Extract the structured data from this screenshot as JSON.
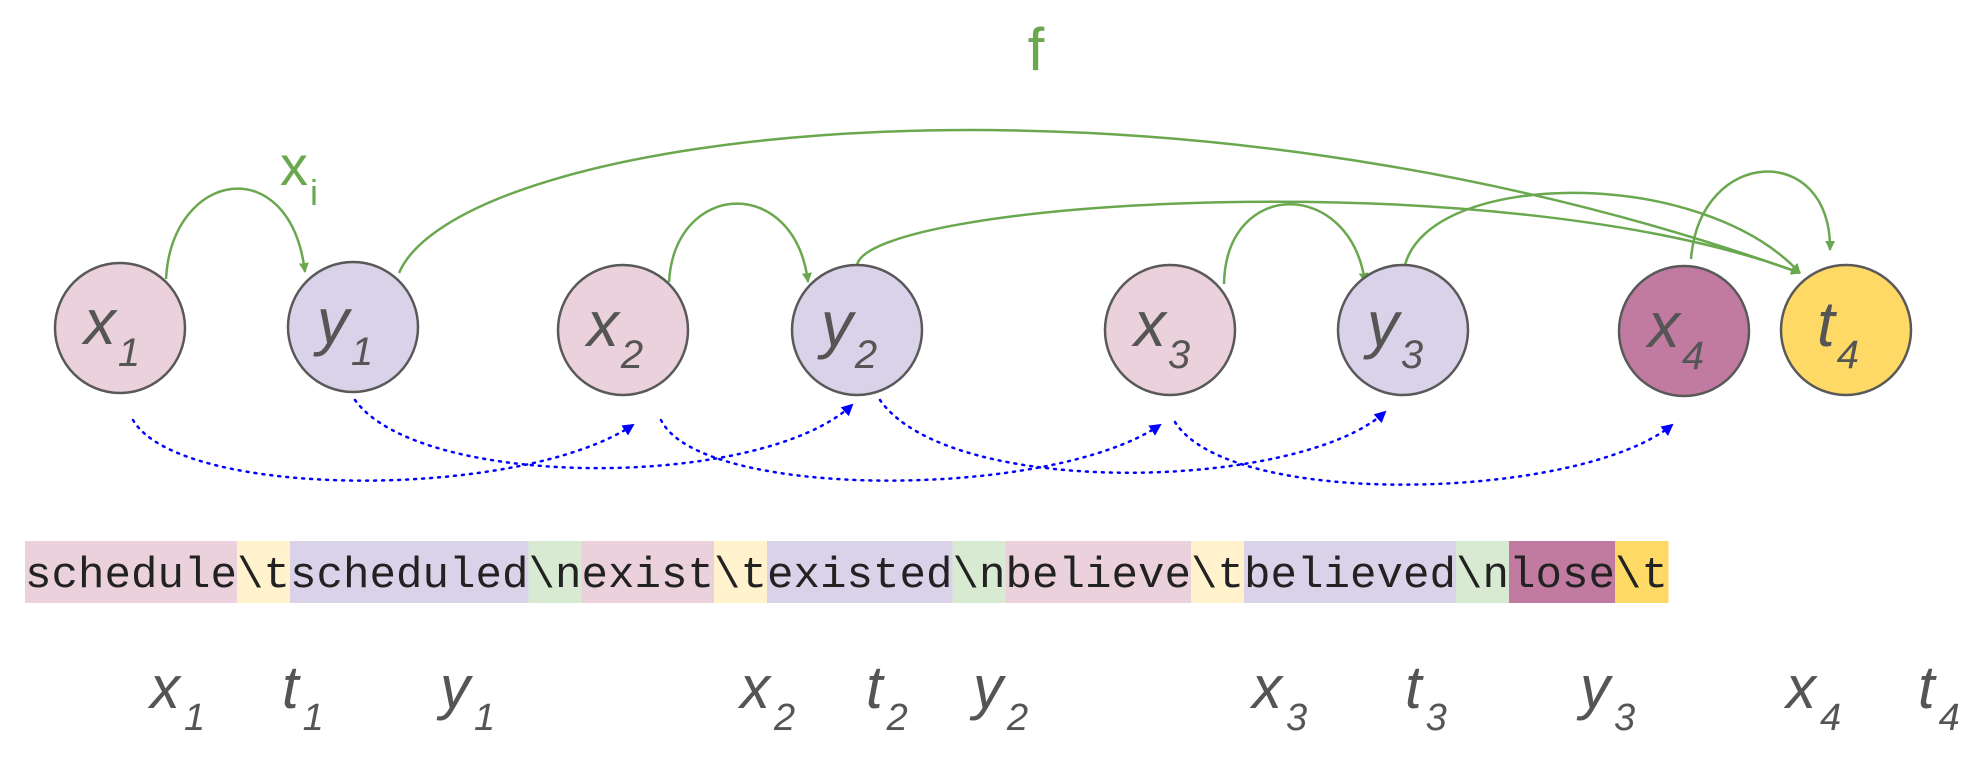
{
  "colors": {
    "x_fill": "#ead1dc",
    "x_query_fill": "#c27ba0",
    "y_fill": "#d9d2e9",
    "t_fill": "#ffd966",
    "tab_bg": "#fff2cc",
    "newline_bg": "#d9ead3",
    "edge_green": "#6aa84f",
    "edge_blue": "#0000ff",
    "node_stroke": "#595959"
  },
  "labels": {
    "f": "f",
    "xi": "x",
    "xi_sub": "i"
  },
  "nodes": [
    {
      "id": "x1",
      "base": "x",
      "sub": "1",
      "kind": "x"
    },
    {
      "id": "y1",
      "base": "y",
      "sub": "1",
      "kind": "y"
    },
    {
      "id": "x2",
      "base": "x",
      "sub": "2",
      "kind": "x"
    },
    {
      "id": "y2",
      "base": "y",
      "sub": "2",
      "kind": "y"
    },
    {
      "id": "x3",
      "base": "x",
      "sub": "3",
      "kind": "x"
    },
    {
      "id": "y3",
      "base": "y",
      "sub": "3",
      "kind": "y"
    },
    {
      "id": "x4",
      "base": "x",
      "sub": "4",
      "kind": "xq"
    },
    {
      "id": "t4",
      "base": "t",
      "sub": "4",
      "kind": "t"
    }
  ],
  "edges": {
    "green": [
      {
        "from": "x1",
        "to": "y1"
      },
      {
        "from": "x2",
        "to": "y2"
      },
      {
        "from": "x3",
        "to": "y3"
      },
      {
        "from": "x4",
        "to": "t4"
      },
      {
        "from": "y1",
        "to": "t4"
      },
      {
        "from": "y2",
        "to": "t4"
      },
      {
        "from": "y3",
        "to": "t4"
      }
    ],
    "blue_dotted": [
      {
        "from": "x1",
        "to": "x2"
      },
      {
        "from": "y1",
        "to": "y2"
      },
      {
        "from": "x2",
        "to": "x3"
      },
      {
        "from": "y2",
        "to": "y3"
      },
      {
        "from": "x3",
        "to": "x4"
      }
    ]
  },
  "strip": [
    {
      "text": "schedule",
      "kind": "x"
    },
    {
      "text": "\\t",
      "kind": "tab"
    },
    {
      "text": "scheduled",
      "kind": "y"
    },
    {
      "text": "\\n",
      "kind": "nl"
    },
    {
      "text": "exist",
      "kind": "x"
    },
    {
      "text": "\\t",
      "kind": "tab"
    },
    {
      "text": "existed",
      "kind": "y"
    },
    {
      "text": "\\n",
      "kind": "nl"
    },
    {
      "text": "believe",
      "kind": "x"
    },
    {
      "text": "\\t",
      "kind": "tab"
    },
    {
      "text": "believed",
      "kind": "y"
    },
    {
      "text": "\\n",
      "kind": "nl"
    },
    {
      "text": "lose",
      "kind": "xq"
    },
    {
      "text": "\\t",
      "kind": "t"
    }
  ],
  "bottom_labels": [
    {
      "base": "x",
      "sub": "1"
    },
    {
      "base": "t",
      "sub": "1"
    },
    {
      "base": "y",
      "sub": "1"
    },
    {
      "base": "x",
      "sub": "2"
    },
    {
      "base": "t",
      "sub": "2"
    },
    {
      "base": "y",
      "sub": "2"
    },
    {
      "base": "x",
      "sub": "3"
    },
    {
      "base": "t",
      "sub": "3"
    },
    {
      "base": "y",
      "sub": "3"
    },
    {
      "base": "x",
      "sub": "4"
    },
    {
      "base": "t",
      "sub": "4"
    }
  ]
}
